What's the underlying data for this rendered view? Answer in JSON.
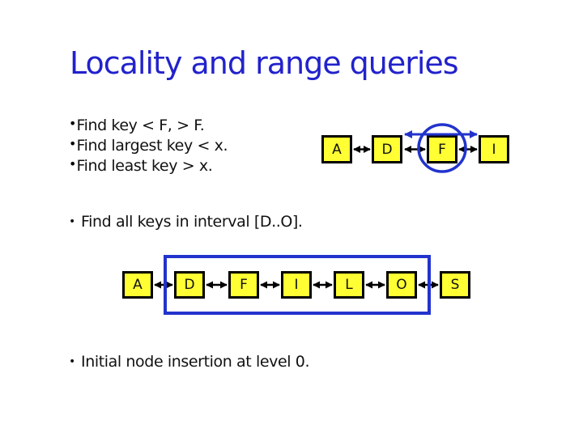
{
  "slide": {
    "title": "Locality and range queries",
    "bullet_char": "•",
    "background": "#FFFFFF"
  },
  "colors": {
    "title_blue": "#2222CC",
    "diagram_blue": "#2233CC",
    "node_fill": "#FFFF33",
    "node_border": "#000000",
    "body_text": "#111111"
  },
  "bullets_top": [
    "Find key < F, > F.",
    "Find largest key < x.",
    "Find least key > x."
  ],
  "bullet_interval": "Find all keys in interval [D..O].",
  "bullet_bottom": "Initial node insertion at level 0.",
  "diagram1": {
    "nodes": [
      "A",
      "D",
      "F",
      "I"
    ],
    "highlighted_node": "F",
    "skip_link": [
      "D",
      "I"
    ]
  },
  "diagram2": {
    "nodes": [
      "A",
      "D",
      "F",
      "I",
      "L",
      "O",
      "S"
    ],
    "selected_range": [
      "D",
      "O"
    ]
  }
}
